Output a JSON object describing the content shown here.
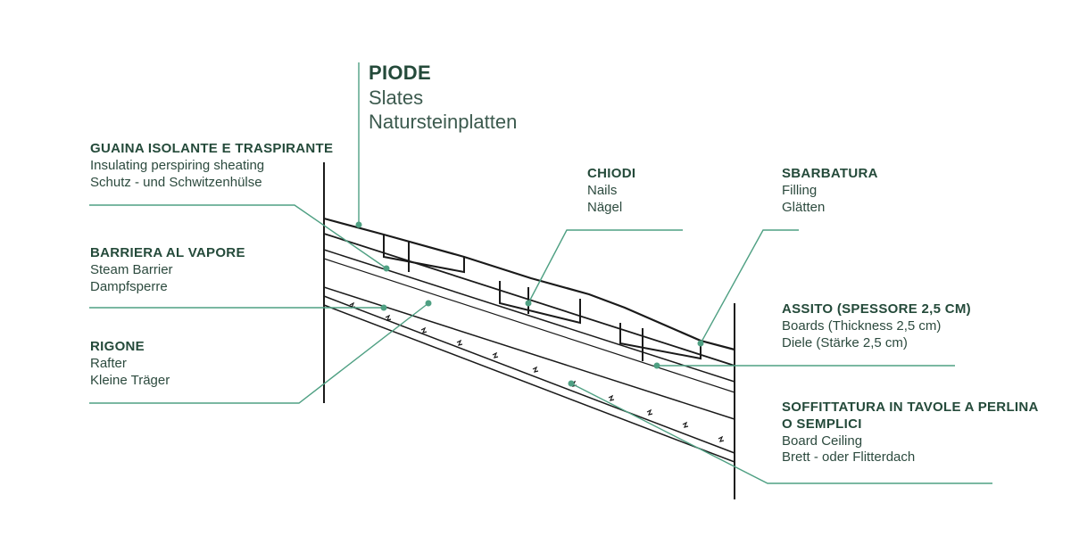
{
  "colors": {
    "accent": "#4fa083",
    "ink": "#1a1a1a",
    "text": "#2c4a3e"
  },
  "labels": {
    "piode": {
      "title": "PIODE",
      "line1": "Slates",
      "line2": "Natursteinplatten"
    },
    "guaina": {
      "title": "GUAINA ISOLANTE E TRASPIRANTE",
      "line1": "Insulating perspiring sheating",
      "line2": "Schutz - und Schwitzenhülse"
    },
    "barriera": {
      "title": "BARRIERA AL VAPORE",
      "line1": "Steam Barrier",
      "line2": "Dampfsperre"
    },
    "rigone": {
      "title": "RIGONE",
      "line1": "Rafter",
      "line2": "Kleine Träger"
    },
    "chiodi": {
      "title": "CHIODI",
      "line1": "Nails",
      "line2": "Nägel"
    },
    "sbarbatura": {
      "title": "SBARBATURA",
      "line1": "Filling",
      "line2": "Glätten"
    },
    "assito": {
      "title": "ASSITO (SPESSORE 2,5 CM)",
      "line1": "Boards (Thickness 2,5 cm)",
      "line2": "Diele (Stärke 2,5 cm)"
    },
    "soffittatura": {
      "title1": "SOFFITTATURA IN TAVOLE A PERLINA",
      "title2": "O SEMPLICI",
      "line1": "Board Ceiling",
      "line2": "Brett - oder Flitterdach"
    }
  }
}
